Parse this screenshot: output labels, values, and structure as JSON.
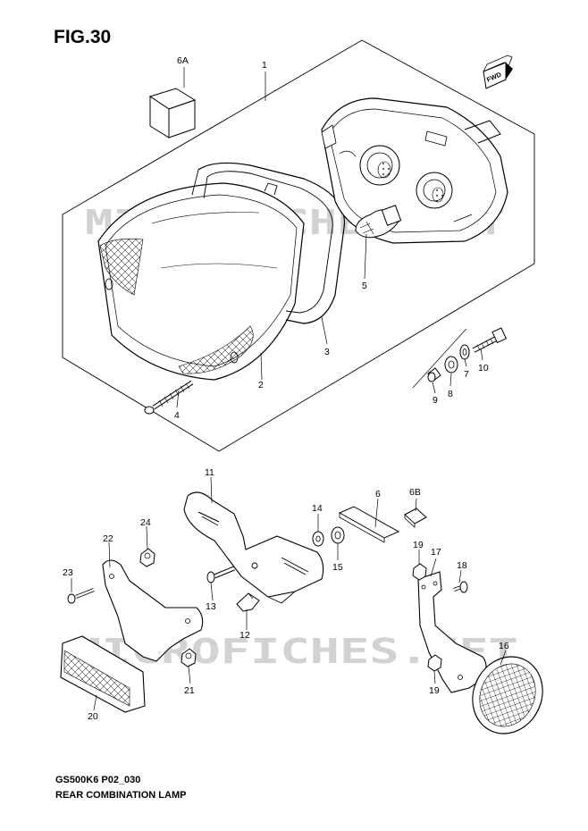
{
  "figure": {
    "title": "FIG.30",
    "model_code": "GS500K6 P02_030",
    "name": "REAR COMBINATION LAMP",
    "direction_tag": "FWD",
    "watermark_text": "MICROFICHES.NET"
  },
  "callouts": [
    "1",
    "2",
    "3",
    "4",
    "5",
    "6A",
    "6",
    "6B",
    "7",
    "8",
    "9",
    "10",
    "11",
    "12",
    "13",
    "14",
    "15",
    "16",
    "17",
    "18",
    "19",
    "19",
    "20",
    "21",
    "22",
    "23",
    "24"
  ],
  "colors": {
    "line": "#000000",
    "watermark": "#c8c8c8",
    "background": "#ffffff"
  }
}
